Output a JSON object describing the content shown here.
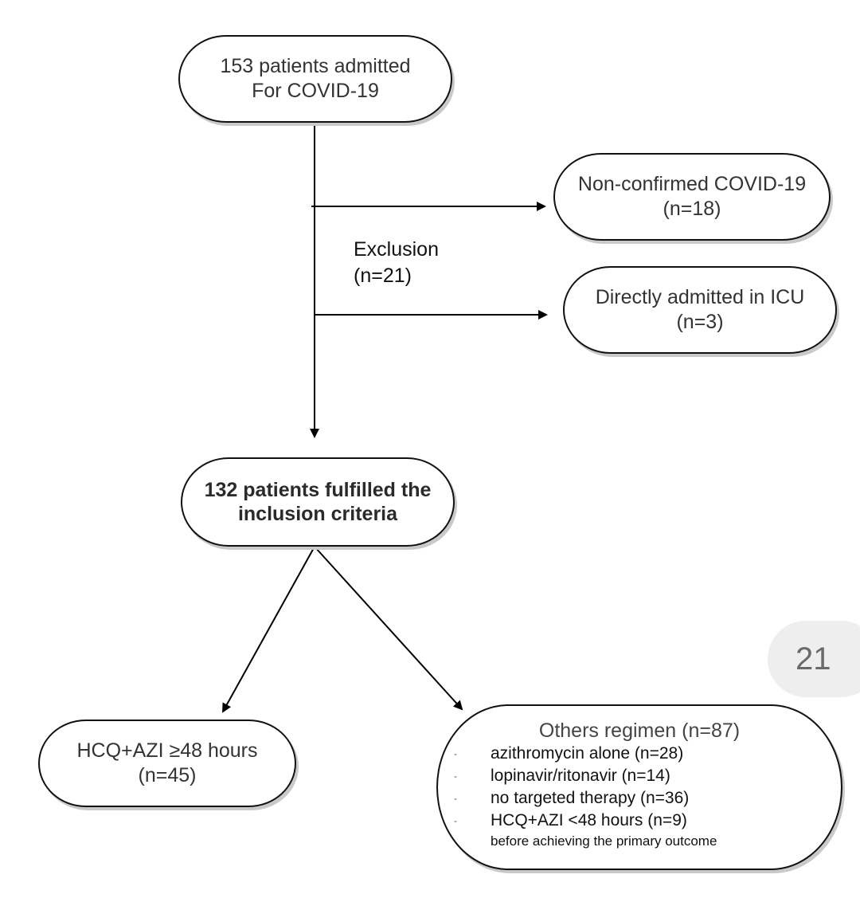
{
  "admitted": {
    "line1": "153 patients admitted",
    "line2": "For COVID-19"
  },
  "exclusion": {
    "label": "Exclusion",
    "count": "(n=21)"
  },
  "non_confirmed": {
    "line1": "Non-confirmed COVID-19",
    "line2": "(n=18)"
  },
  "icu": {
    "line1": "Directly admitted in ICU",
    "line2": "(n=3)"
  },
  "included": {
    "line1": "132 patients fulfilled the",
    "line2": "inclusion criteria"
  },
  "hcq_azi": {
    "line1": "HCQ+AZI ≥48 hours",
    "line2": "(n=45)"
  },
  "others": {
    "title": "Others regimen (n=87)",
    "items": [
      "azithromycin alone (n=28)",
      "lopinavir/ritonavir (n=14)",
      "no targeted therapy (n=36)",
      "HCQ+AZI <48 hours (n=9)"
    ],
    "note": "before achieving the primary outcome",
    "bullet": "-"
  },
  "page_number": "21"
}
